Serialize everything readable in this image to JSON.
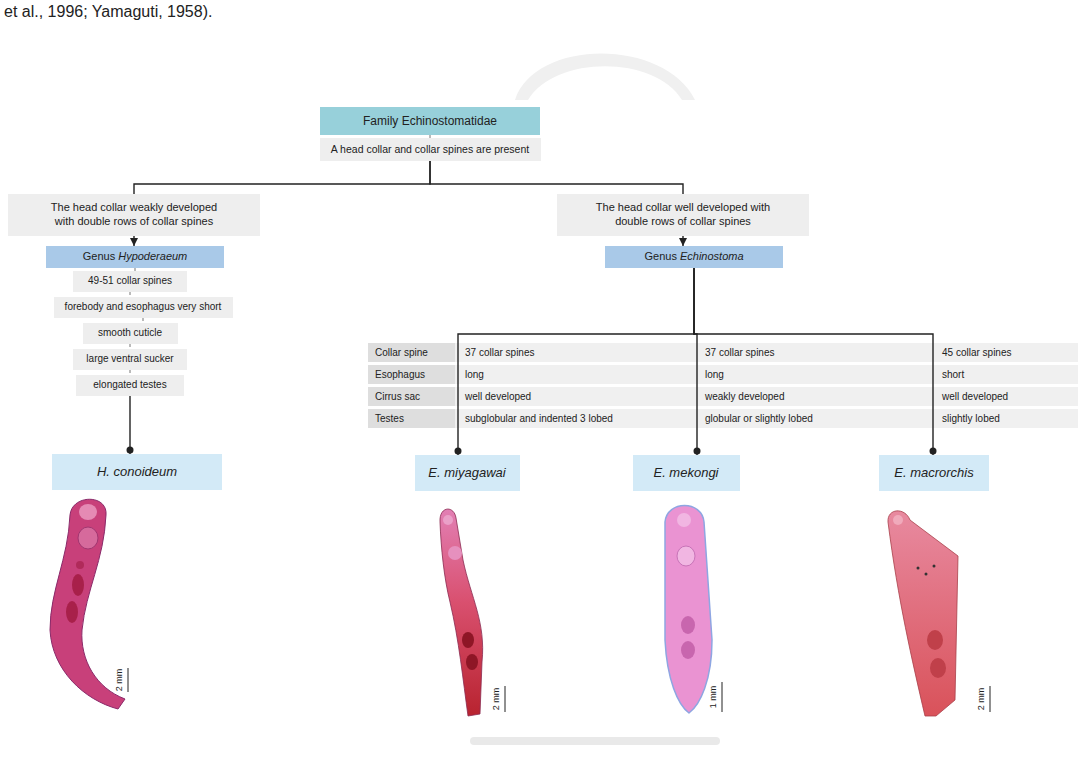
{
  "diagram": {
    "nodes": [
      {
        "text": [
          "Family Echinostomatidae"
        ]
      },
      {
        "text": [
          "A head collar and collar spines are present"
        ]
      },
      {
        "text": [
          "The head collar weakly developed with double rows of collar spines"
        ]
      },
      {
        "text": [
          "The head collar well developed with double rows of collar spines"
        ]
      },
      {
        "text": [
          "Genus Hypoderaeum"
        ]
      },
      {
        "text": [
          "49-51 collar spines"
        ]
      },
      {
        "text": [
          "forebody and esophagus very short"
        ]
      },
      {
        "text": [
          "smooth cuticle"
        ]
      },
      {
        "text": [
          "large ventral sucker"
        ]
      },
      {
        "text": [
          "elongated testes"
        ]
      },
      {
        "text": [
          "H. conoideum"
        ]
      },
      {
        "text": [
          "Genus Echinostoma"
        ]
      },
      {
        "text": [
          "E. miyagawai"
        ]
      },
      {
        "text": [
          "E. mekongi"
        ]
      },
      {
        "text": [
          "E. macrorchis"
        ]
      }
    ],
    "edges": [
      {
        "from": 0,
        "to": 1,
        "arrow": "none"
      },
      {
        "from": 1,
        "to": 2,
        "arrow": "none"
      },
      {
        "from": 1,
        "to": 3,
        "arrow": "none"
      },
      {
        "from": 2,
        "to": 4,
        "arrow": "to"
      },
      {
        "from": 3,
        "to": 11,
        "arrow": "to"
      },
      {
        "from": 4,
        "to": 5,
        "arrow": "none"
      },
      {
        "from": 5,
        "to": 6,
        "arrow": "none"
      },
      {
        "from": 6,
        "to": 7,
        "arrow": "none"
      },
      {
        "from": 7,
        "to": 8,
        "arrow": "none"
      },
      {
        "from": 8,
        "to": 9,
        "arrow": "none"
      },
      {
        "from": 9,
        "to": 10,
        "arrow": "none"
      },
      {
        "from": 11,
        "to": 12,
        "arrow": "none"
      },
      {
        "from": 11,
        "to": 13,
        "arrow": "none"
      },
      {
        "from": 11,
        "to": 14,
        "arrow": "none"
      }
    ],
    "labels": [
      "et al., 1996; Yamaguti, 1958).",
      "Collar spine",
      "37 collar spines",
      "37 collar spines",
      "45 collar spines",
      "Esophagus",
      "long",
      "long",
      "short",
      "Cirrus sac",
      "well developed",
      "weakly developed",
      "well developed",
      "Testes",
      "subglobular and indented 3 lobed",
      "globular or slightly lobed",
      "slightly lobed",
      "2 mm",
      "2 mm",
      "1 mm",
      "2 mm"
    ]
  }
}
